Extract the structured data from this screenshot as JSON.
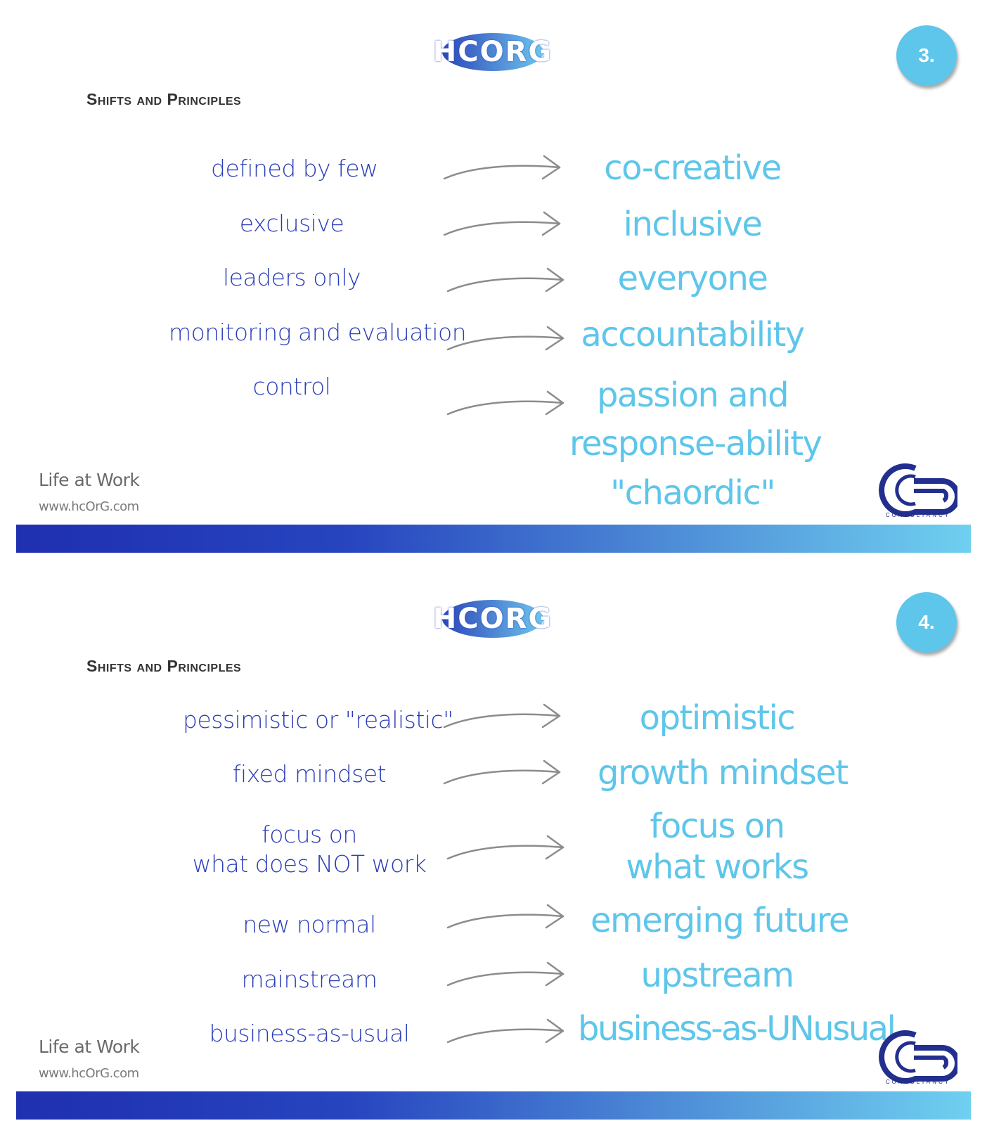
{
  "colors": {
    "left_text": "#2a3db8",
    "right_text": "#5ec6ea",
    "badge": "#5ec6ea",
    "title": "#333333"
  },
  "slides": [
    {
      "logo": "HCORG",
      "badge": "3.",
      "title": "Shifts and Principles",
      "footer_brand": "Life at Work",
      "footer_url": "www.hcOrG.com",
      "consultancy_label": "CONSULTANCY",
      "pairs": [
        {
          "from": "defined by few",
          "to": "co-creative"
        },
        {
          "from": "exclusive",
          "to": "inclusive"
        },
        {
          "from": "leaders only",
          "to": "everyone"
        },
        {
          "from": "monitoring and evaluation",
          "to": "accountability"
        },
        {
          "from": "control",
          "to": "passion and",
          "to2": "response-ability",
          "to3": "\"chaordic\""
        }
      ]
    },
    {
      "logo": "HCORG",
      "badge": "4.",
      "title": "Shifts and Principles",
      "footer_brand": "Life at Work",
      "footer_url": "www.hcOrG.com",
      "consultancy_label": "CONSULTANCY",
      "pairs": [
        {
          "from": "pessimistic or \"realistic\"",
          "to": "optimistic"
        },
        {
          "from": "fixed mindset",
          "to": "growth mindset"
        },
        {
          "from": "focus on",
          "from2": "what does NOT work",
          "to": "focus on",
          "to2": "what works"
        },
        {
          "from": "new normal",
          "to": "emerging future"
        },
        {
          "from": "mainstream",
          "to": "upstream"
        },
        {
          "from": "business-as-usual",
          "to": "business-as-UNusual"
        }
      ]
    }
  ]
}
